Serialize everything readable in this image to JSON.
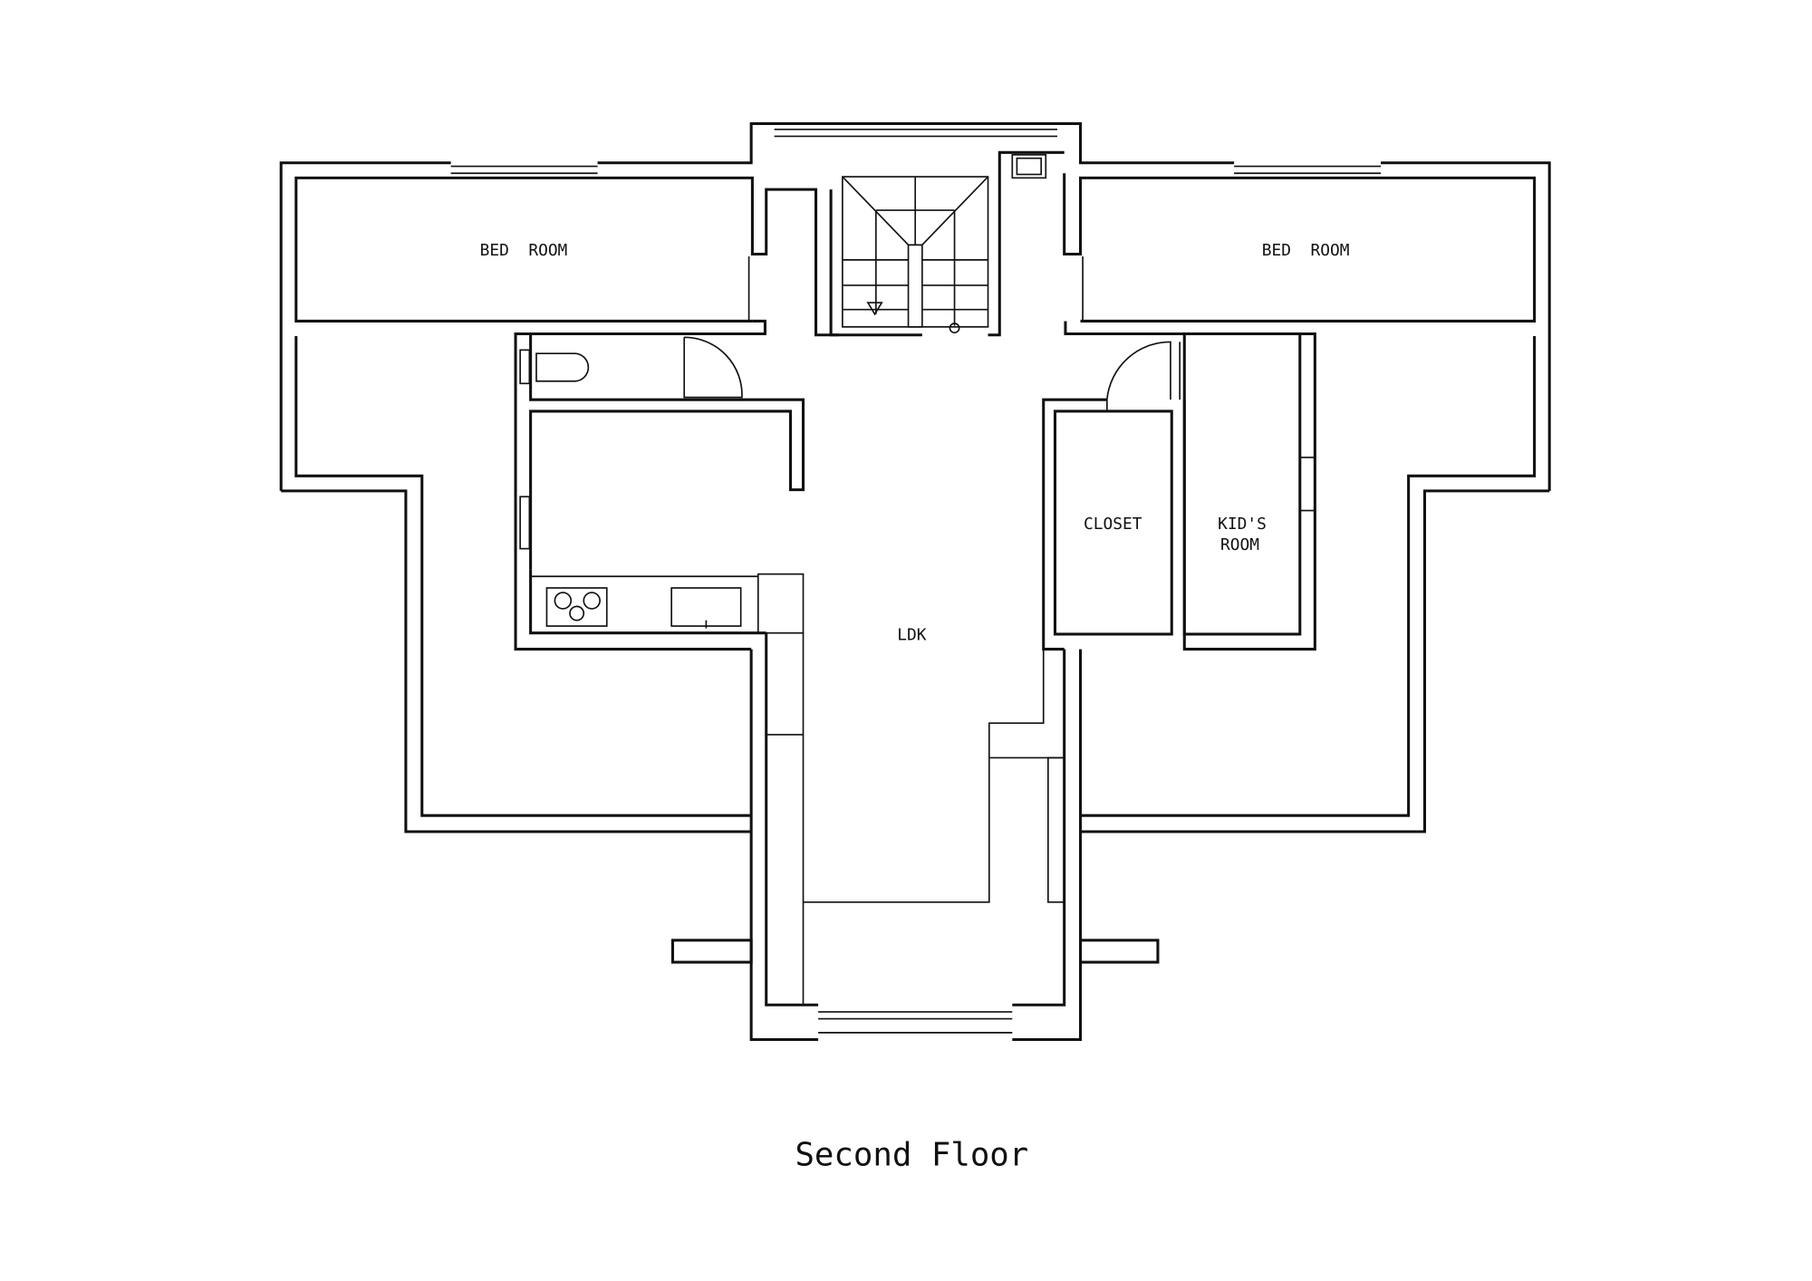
{
  "plan": {
    "title": "Second Floor",
    "rooms": {
      "bedroom_left": "BED  ROOM",
      "bedroom_right": "BED  ROOM",
      "closet": "CLOSET",
      "kids_room_line1": "KID'S",
      "kids_room_line2": "ROOM",
      "ldk": "LDK"
    }
  }
}
